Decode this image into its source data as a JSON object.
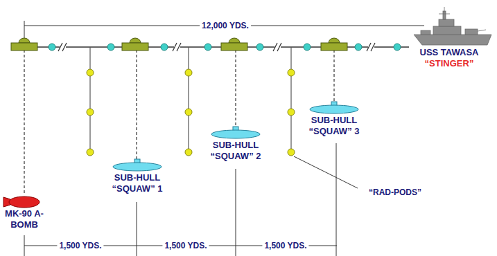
{
  "diagram": {
    "nodes": [
      {
        "text": [
          "MK-90 A-BOMB"
        ]
      },
      {
        "text": [
          "SUB-HULL “SQUAW” 1"
        ]
      },
      {
        "text": [
          "SUB-HULL “SQUAW” 2"
        ]
      },
      {
        "text": [
          "SUB-HULL “SQUAW” 3"
        ]
      },
      {
        "text": [
          "USS TAWASA",
          "“STINGER”"
        ]
      }
    ],
    "labels": [
      "12,000 YDS.",
      "“RAD-PODS”",
      "1,500 YDS.",
      "1,500 YDS.",
      "1,500 YDS."
    ]
  }
}
